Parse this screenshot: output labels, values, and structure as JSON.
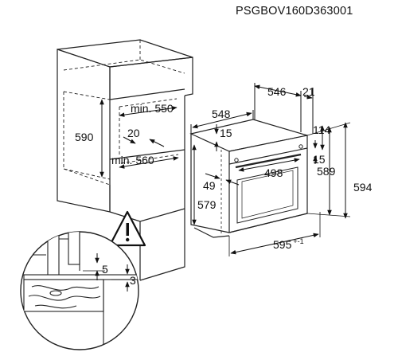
{
  "document": {
    "reference_code": "PSGBOV160D363001"
  },
  "dimensions": {
    "niche_width_min": "min. 550",
    "niche_height": "590",
    "rear_gap": "20",
    "niche_depth_min": "min. 560",
    "oven_depth": "548",
    "oven_depth_body": "546",
    "panel_offset": "21",
    "top_offset": "15",
    "control_panel_height": "114",
    "side_gap": "15",
    "body_height": "589",
    "total_height": "594",
    "inner_width": "498",
    "front_offset": "49",
    "front_height": "579",
    "total_width": "595",
    "tolerance": "+-1",
    "floor_gap": "5",
    "floor_thickness": "3"
  },
  "icons": {
    "warning": "warning-triangle-icon"
  }
}
